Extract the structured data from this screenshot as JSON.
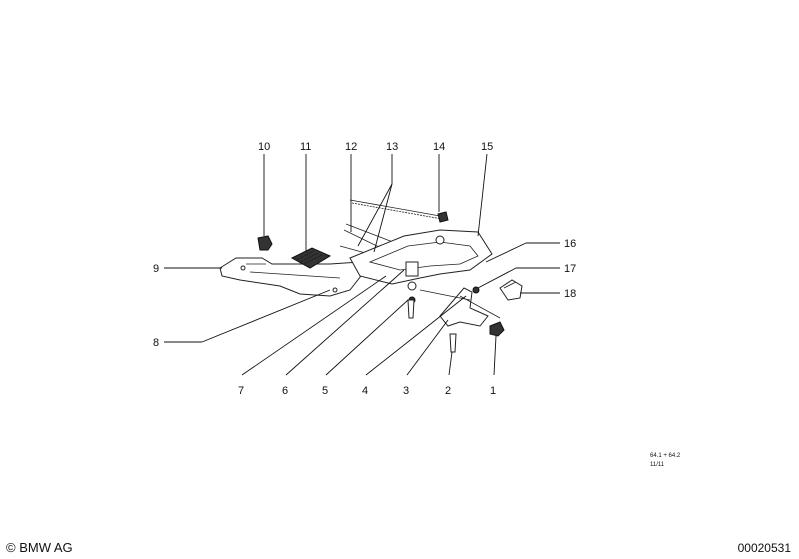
{
  "callouts": [
    "1",
    "2",
    "3",
    "4",
    "5",
    "6",
    "7",
    "8",
    "9",
    "10",
    "11",
    "12",
    "13",
    "14",
    "15",
    "16",
    "17",
    "18"
  ],
  "ref_code": "64.1 + 64.2",
  "ref_date": "11/11",
  "copyright": "BMW AG",
  "document_number": "00020531"
}
